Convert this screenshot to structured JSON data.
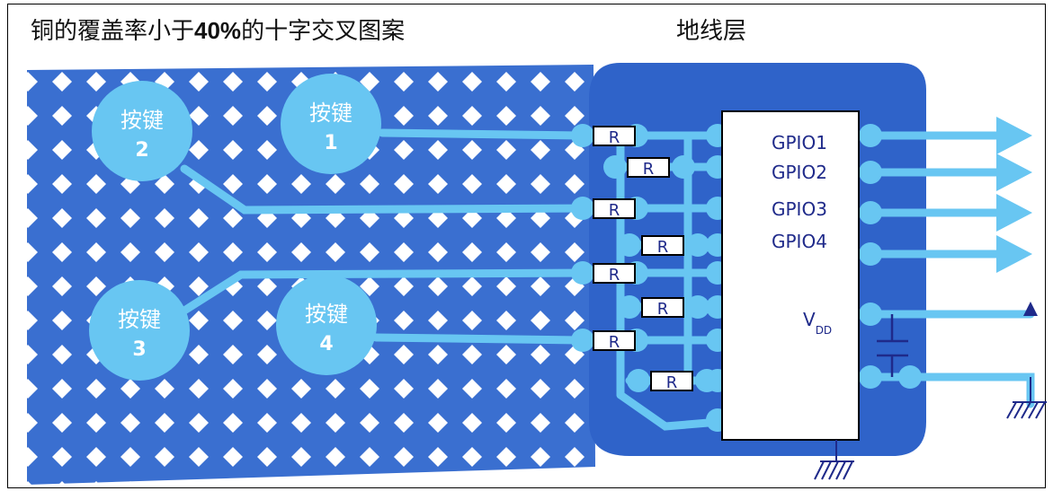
{
  "header": {
    "title_left_a": "铜的覆盖率小于",
    "title_left_num": "40%",
    "title_left_b": "的十字交叉图案",
    "title_right": "地线层"
  },
  "buttons": [
    {
      "label": "按键",
      "num": "2"
    },
    {
      "label": "按键",
      "num": "1"
    },
    {
      "label": "按键",
      "num": "3"
    },
    {
      "label": "按键",
      "num": "4"
    }
  ],
  "resistor_label": "R",
  "chip": {
    "pins": [
      "GPIO1",
      "GPIO2",
      "GPIO3",
      "GPIO4"
    ],
    "vdd_main": "V",
    "vdd_sub": "DD"
  },
  "colors": {
    "hatch": "#3a6fd0",
    "ground_plane": "#2f63c9",
    "trace": "#68c6f2",
    "pad": "#68c6f2"
  }
}
